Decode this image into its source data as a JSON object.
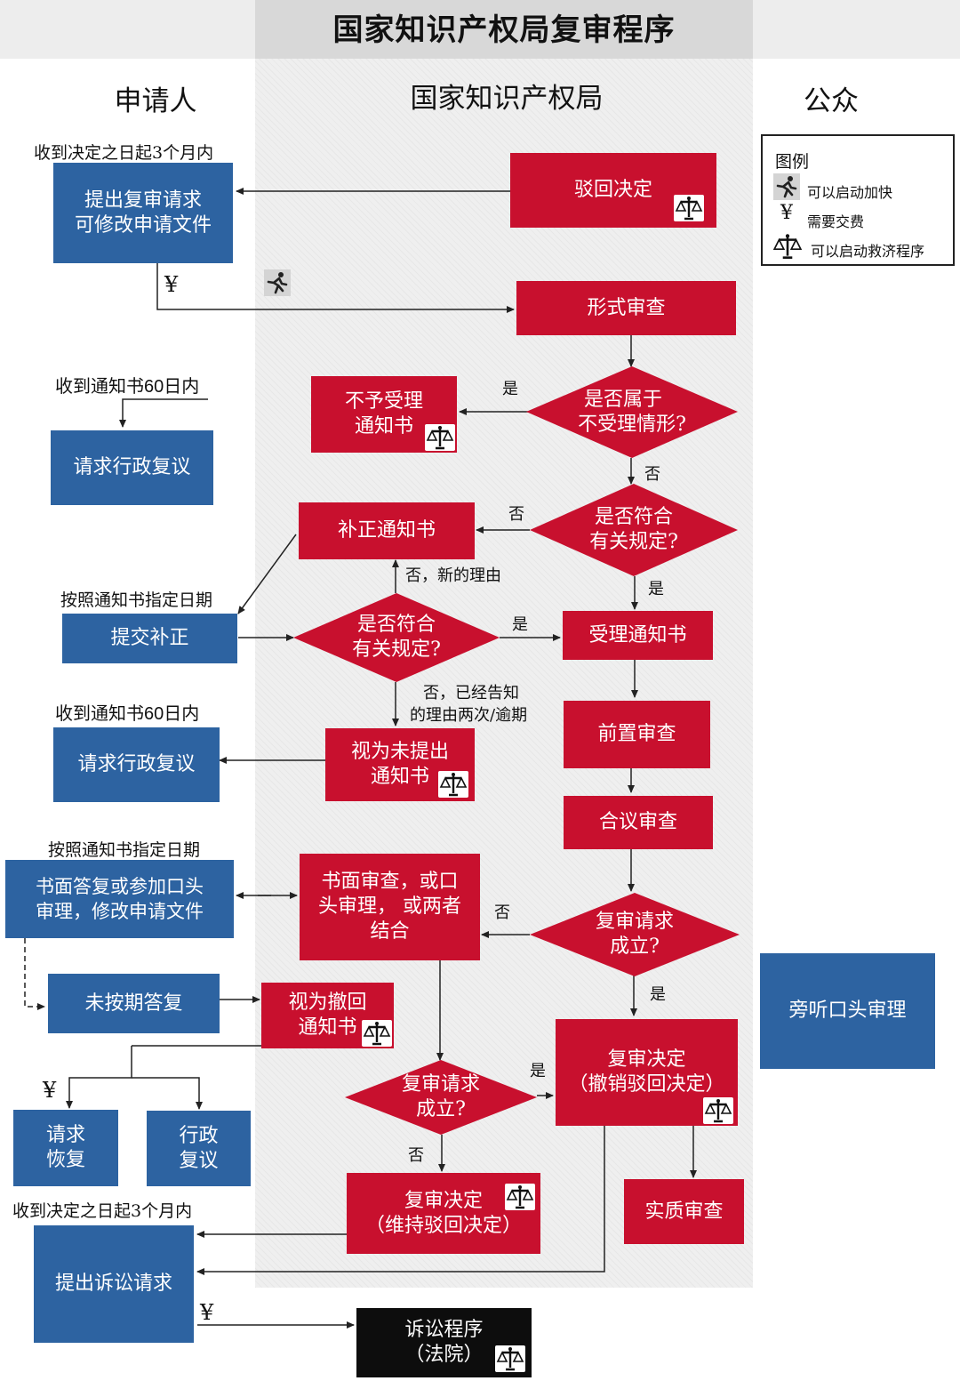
{
  "title": "国家知识产权局复审程序",
  "columns": {
    "applicant": "申请人",
    "cnipa": "国家知识产权局",
    "public": "公众"
  },
  "legend": {
    "title": "图例",
    "expedite": "可以启动加快",
    "fee": "需要交费",
    "remedy": "可以启动救济程序"
  },
  "notes": {
    "n1": "收到决定之日起3个月内",
    "n2": "收到通知书60日内",
    "n3": "按照通知书指定日期",
    "n4": "收到通知书60日内",
    "n5": "按照通知书指定日期",
    "n6": "收到决定之日起3个月内"
  },
  "boxes": {
    "submit_review_l1": "提出复审请求",
    "submit_review_l2": "可修改申请文件",
    "reject_decision": "驳回决定",
    "formal_exam": "形式审查",
    "not_accept_l1": "不予受理",
    "not_accept_l2": "通知书",
    "admin_review_1": "请求行政复议",
    "correction_notice": "补正通知书",
    "submit_correction": "提交补正",
    "accept_notice": "受理通知书",
    "admin_review_2": "请求行政复议",
    "deemed_not_l1": "视为未提出",
    "deemed_not_l2": "通知书",
    "pre_exam": "前置审查",
    "collegiate_exam": "合议审查",
    "written_reply_l1": "书面答复或参加口头",
    "written_reply_l2": "审理，修改申请文件",
    "written_exam_l1": "书面审查，或口",
    "written_exam_l2": "头审理， 或两者",
    "written_exam_l3": "结合",
    "late_reply": "未按期答复",
    "deemed_withdrawn_l1": "视为撤回",
    "deemed_withdrawn_l2": "通知书",
    "restore_l1": "请求",
    "restore_l2": "恢复",
    "admin_l1": "行政",
    "admin_l2": "复议",
    "attend_oral": "旁听口头审理",
    "decision_revoke_l1": "复审决定",
    "decision_revoke_l2": "（撤销驳回决定）",
    "substantive_exam": "实质审查",
    "decision_maintain_l1": "复审决定",
    "decision_maintain_l2": "（维持驳回决定）",
    "litigation_request": "提出诉讼请求",
    "litigation_l1": "诉讼程序",
    "litigation_l2": "（法院）"
  },
  "diamonds": {
    "d1_l1": "是否属于",
    "d1_l2": "不受理情形?",
    "d2_l1": "是否符合",
    "d2_l2": "有关规定?",
    "d3_l1": "是否符合",
    "d3_l2": "有关规定?",
    "d4_l1": "复审请求",
    "d4_l2": "成立?",
    "d5_l1": "复审请求",
    "d5_l2": "成立?"
  },
  "labels": {
    "yes1": "是",
    "no1": "否",
    "no2": "否",
    "yes2": "是",
    "no_new_reason": "否，新的理由",
    "yes3": "是",
    "no_twice_l1": "否，已经告知",
    "no_twice_l2": "的理由两次/逾期",
    "no4": "否",
    "yes4": "是",
    "yes5": "是",
    "no5": "否"
  },
  "fee_symbol": "¥",
  "colors": {
    "blue": "#2d63a1",
    "red": "#c8102e",
    "black": "#0d0d0d",
    "band": "#efefef"
  }
}
